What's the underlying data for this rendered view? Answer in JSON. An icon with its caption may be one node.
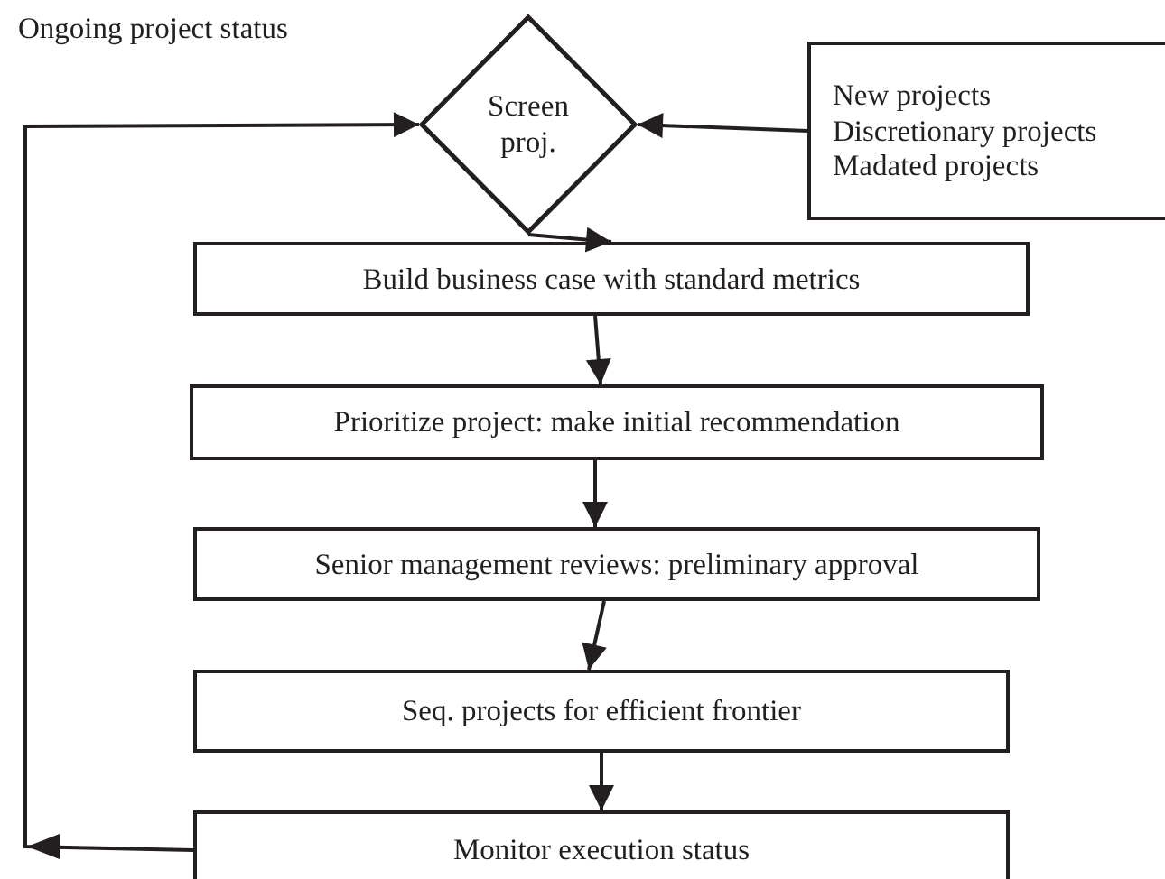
{
  "diagram": {
    "nodes": [
      {
        "text": [
          "Screen proj."
        ]
      },
      {
        "text": [
          "New projects",
          "Discretionary projects",
          "Madated projects"
        ]
      },
      {
        "text": [
          "Build business case with standard metrics"
        ]
      },
      {
        "text": [
          "Prioritize project: make initial recommendation"
        ]
      },
      {
        "text": [
          "Senior management reviews: preliminary approval"
        ]
      },
      {
        "text": [
          "Seq. projects for efficient frontier"
        ]
      },
      {
        "text": [
          "Monitor execution status"
        ]
      }
    ],
    "edges": [
      {
        "from": 1,
        "to": 0,
        "arrow": "to"
      },
      {
        "from": 0,
        "to": 2,
        "arrow": "to"
      },
      {
        "from": 2,
        "to": 3,
        "arrow": "to"
      },
      {
        "from": 3,
        "to": 4,
        "arrow": "to"
      },
      {
        "from": 4,
        "to": 5,
        "arrow": "to"
      },
      {
        "from": 5,
        "to": 6,
        "arrow": "to"
      },
      {
        "from": 6,
        "to": 0,
        "arrow": "to",
        "label": "Ongoing project status"
      }
    ]
  }
}
